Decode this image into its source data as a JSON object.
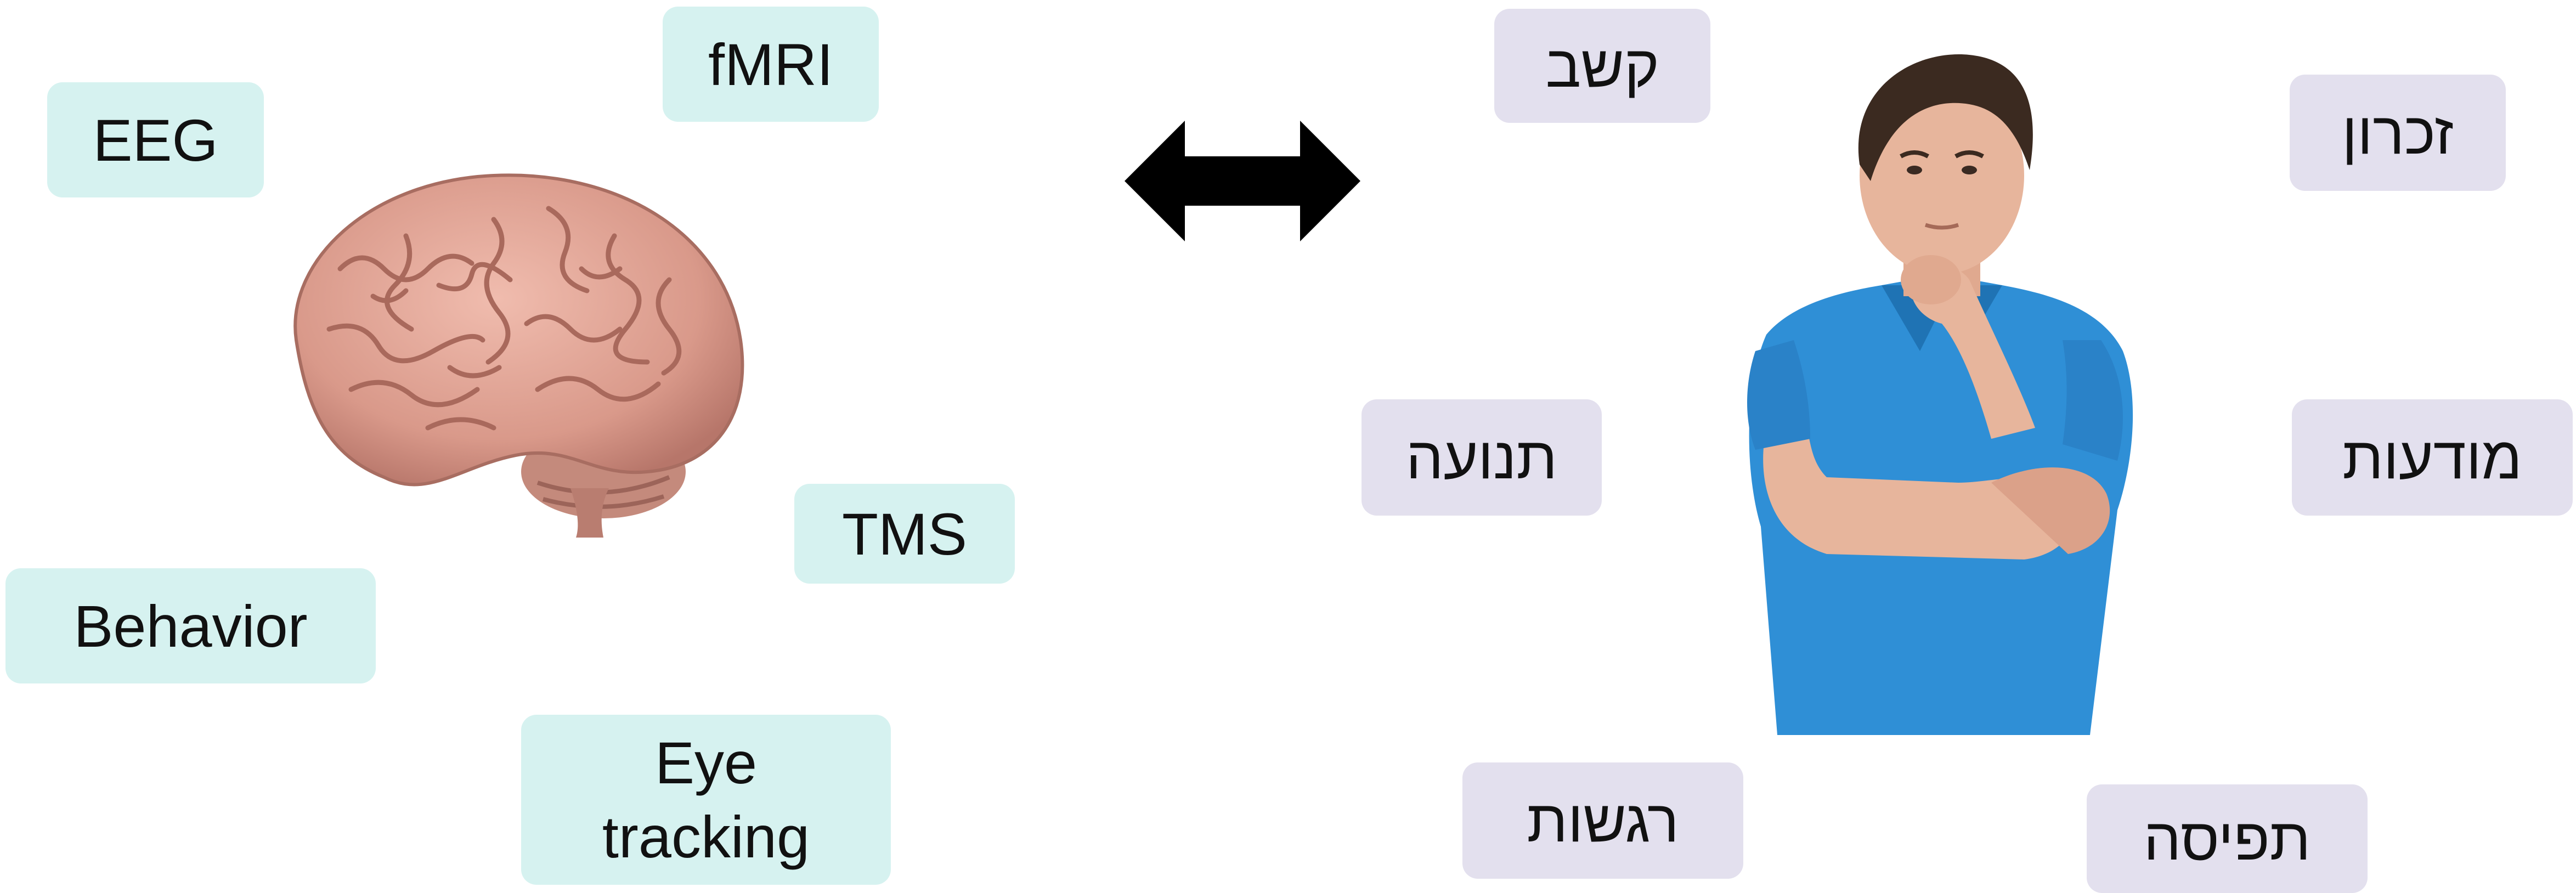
{
  "methods": {
    "eeg": "EEG",
    "fmri": "fMRI",
    "tms": "TMS",
    "behavior": "Behavior",
    "eye_tracking": [
      "Eye",
      "tracking"
    ]
  },
  "cognition": {
    "kashev": "קשב",
    "zikaron": "זכרון",
    "tnua": "תנועה",
    "modaut": "מודעות",
    "regashot": "רגשות",
    "tfisa": "תפיסה"
  },
  "colors": {
    "method_box": "#d6f2f0",
    "cognition_box": "#e3e0ee",
    "arrow": "#000000",
    "shirt": "#2f8fd6",
    "brain": "#d9998a"
  },
  "icons": [
    "brain-illustration",
    "double-arrow-icon",
    "thinking-man-illustration"
  ]
}
